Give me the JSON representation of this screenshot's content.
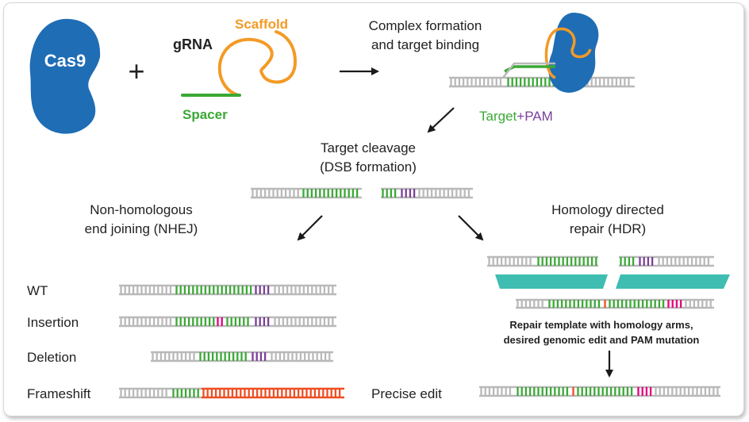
{
  "labels": {
    "cas9": "Cas9",
    "plus": "+",
    "grna": "gRNA",
    "scaffold": "Scaffold",
    "spacer": "Spacer",
    "complex_line1": "Complex formation",
    "complex_line2": "and target binding",
    "target": "Target",
    "plus_small": "+",
    "pam": "PAM",
    "cleavage_line1": "Target cleavage",
    "cleavage_line2": "(DSB formation)",
    "nhej_line1": "Non-homologous",
    "nhej_line2": "end joining (NHEJ)",
    "hdr_line1": "Homology directed",
    "hdr_line2": "repair (HDR)",
    "wt": "WT",
    "insertion": "Insertion",
    "deletion": "Deletion",
    "frameshift": "Frameshift",
    "precise_edit": "Precise edit",
    "template_line1": "Repair template with homology arms,",
    "template_line2": "desired genomic edit and PAM mutation"
  },
  "colors": {
    "cas9": "#1f6db5",
    "scaffold": "#f39a25",
    "spacer": "#3aa935",
    "pam": "#7b3f98",
    "dna": "#b9b9b9",
    "insertion": "#e6007e",
    "frameshift": "#ef4e23",
    "homology": "#3fbdb1",
    "text": "#222222"
  }
}
